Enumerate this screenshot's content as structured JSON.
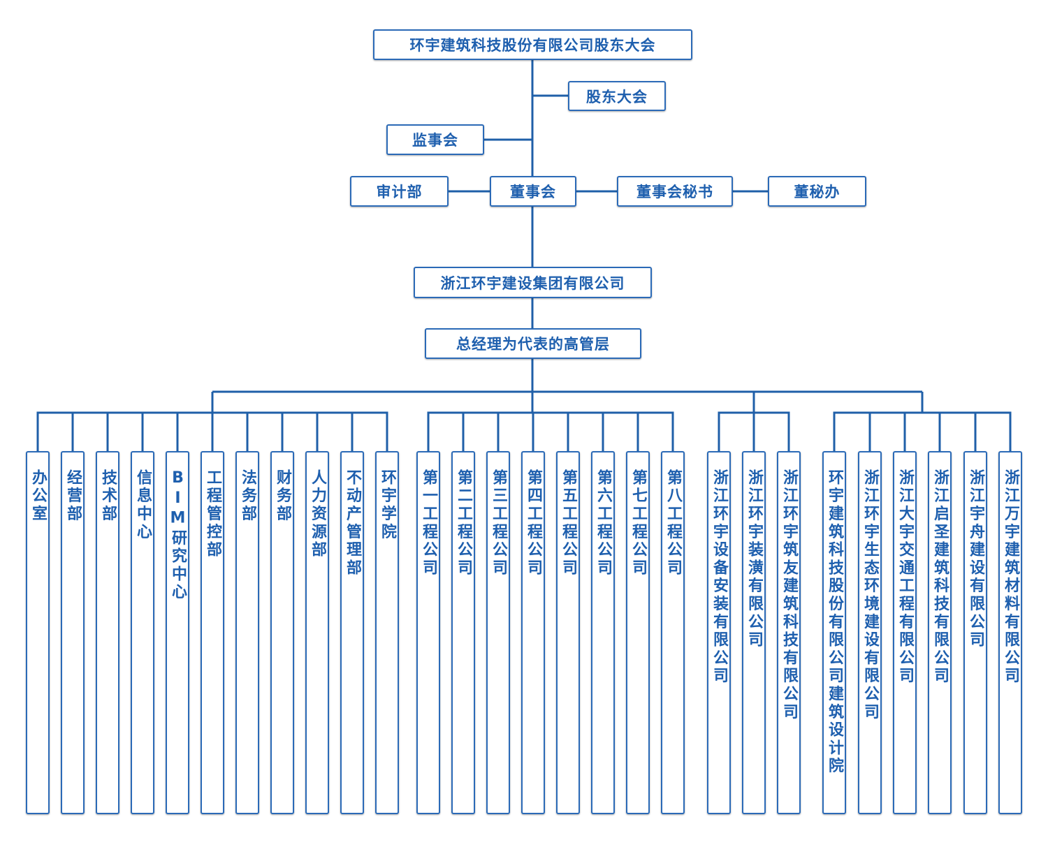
{
  "colors": {
    "line": "#1f5fa8",
    "border": "#2b6ab7",
    "text": "#1e5fae"
  },
  "top": "环宇建筑科技股份有限公司股东大会",
  "shareholders_meeting": "股东大会",
  "supervisory_board": "监事会",
  "audit_dept": "审计部",
  "board": "董事会",
  "board_secretary": "董事会秘书",
  "board_office": "董秘办",
  "group_company": "浙江环宇建设集团有限公司",
  "executives": "总经理为代表的高管层",
  "groups": [
    {
      "name": "functional-departments",
      "items": [
        "办公室",
        "经营部",
        "技术部",
        "信息中心",
        "BIM研究中心",
        "工程管控部",
        "法务部",
        "财务部",
        "人力资源部",
        "不动产管理部",
        "环宇学院"
      ]
    },
    {
      "name": "engineering-companies",
      "items": [
        "第一工程公司",
        "第二工程公司",
        "第三工程公司",
        "第四工程公司",
        "第五工程公司",
        "第六工程公司",
        "第七工程公司",
        "第八工程公司"
      ]
    },
    {
      "name": "group-subsidiaries",
      "items": [
        "浙江环宇设备安装有限公司",
        "浙江环宇装潢有限公司",
        "浙江环宇筑友建筑科技有限公司"
      ]
    },
    {
      "name": "other-subsidiaries",
      "items": [
        "环宇建筑科技股份有限公司建筑设计院",
        "浙江环宇生态环境建设有限公司",
        "浙江大宇交通工程有限公司",
        "浙江启圣建筑科技有限公司",
        "浙江宇舟建设有限公司",
        "浙江万宇建筑材料有限公司"
      ]
    }
  ]
}
